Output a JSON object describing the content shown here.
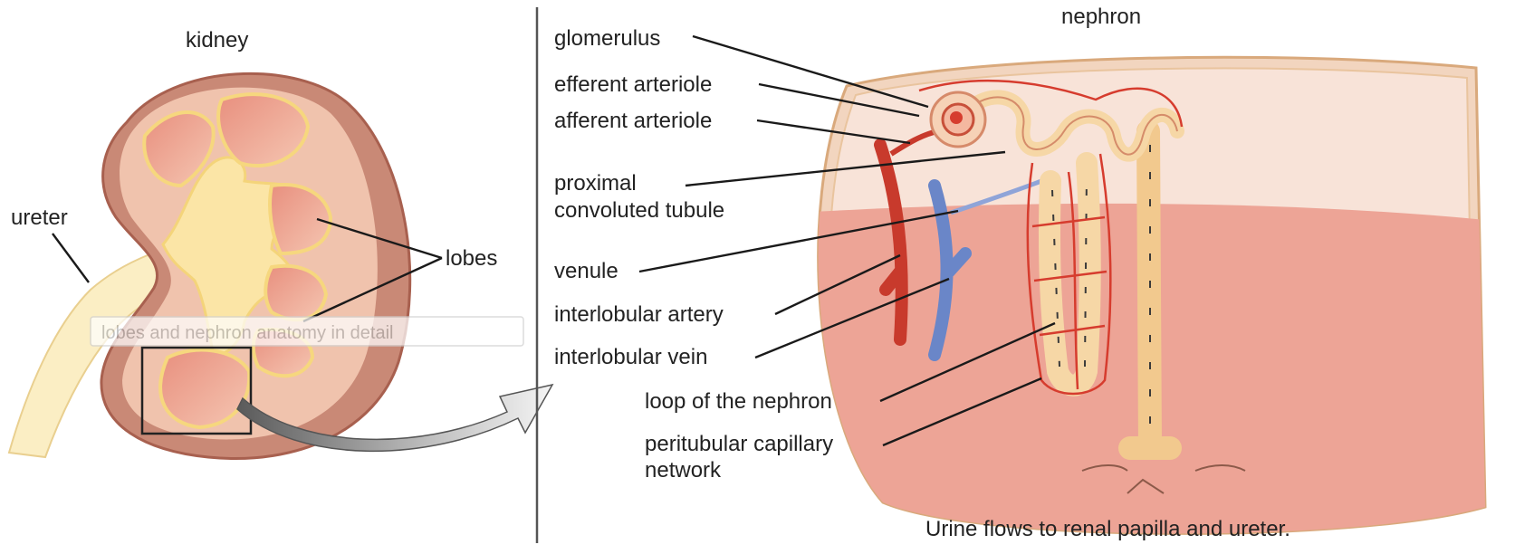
{
  "left_panel": {
    "title": "kidney",
    "labels": {
      "ureter": "ureter",
      "lobes": "lobes"
    },
    "tooltip": "lobes and nephron anatomy in detail"
  },
  "right_panel": {
    "title": "nephron",
    "labels": {
      "glomerulus": "glomerulus",
      "efferent_arteriole": "efferent arteriole",
      "afferent_arteriole": "afferent arteriole",
      "proximal_line1": "proximal",
      "proximal_line2": "convoluted tubule",
      "venule": "venule",
      "interlobular_artery": "interlobular artery",
      "interlobular_vein": "interlobular vein",
      "loop": "loop of the nephron",
      "peritubular_line1": "peritubular capillary",
      "peritubular_line2": "network"
    },
    "caption": "Urine flows to renal papilla and ureter."
  },
  "colors": {
    "capsule": "#c47e6c",
    "cortex": "#f2c9b3",
    "medulla": "#e59a88",
    "pelvis": "#fbe9b4",
    "pelvis_edge": "#f5d77a",
    "artery": "#c83a2c",
    "vein": "#6a86c8",
    "tubule": "#f6d7a6",
    "capillary": "#d63c2e",
    "pyramid_top": "#f8e3d8",
    "pyramid_bottom": "#eda496"
  }
}
